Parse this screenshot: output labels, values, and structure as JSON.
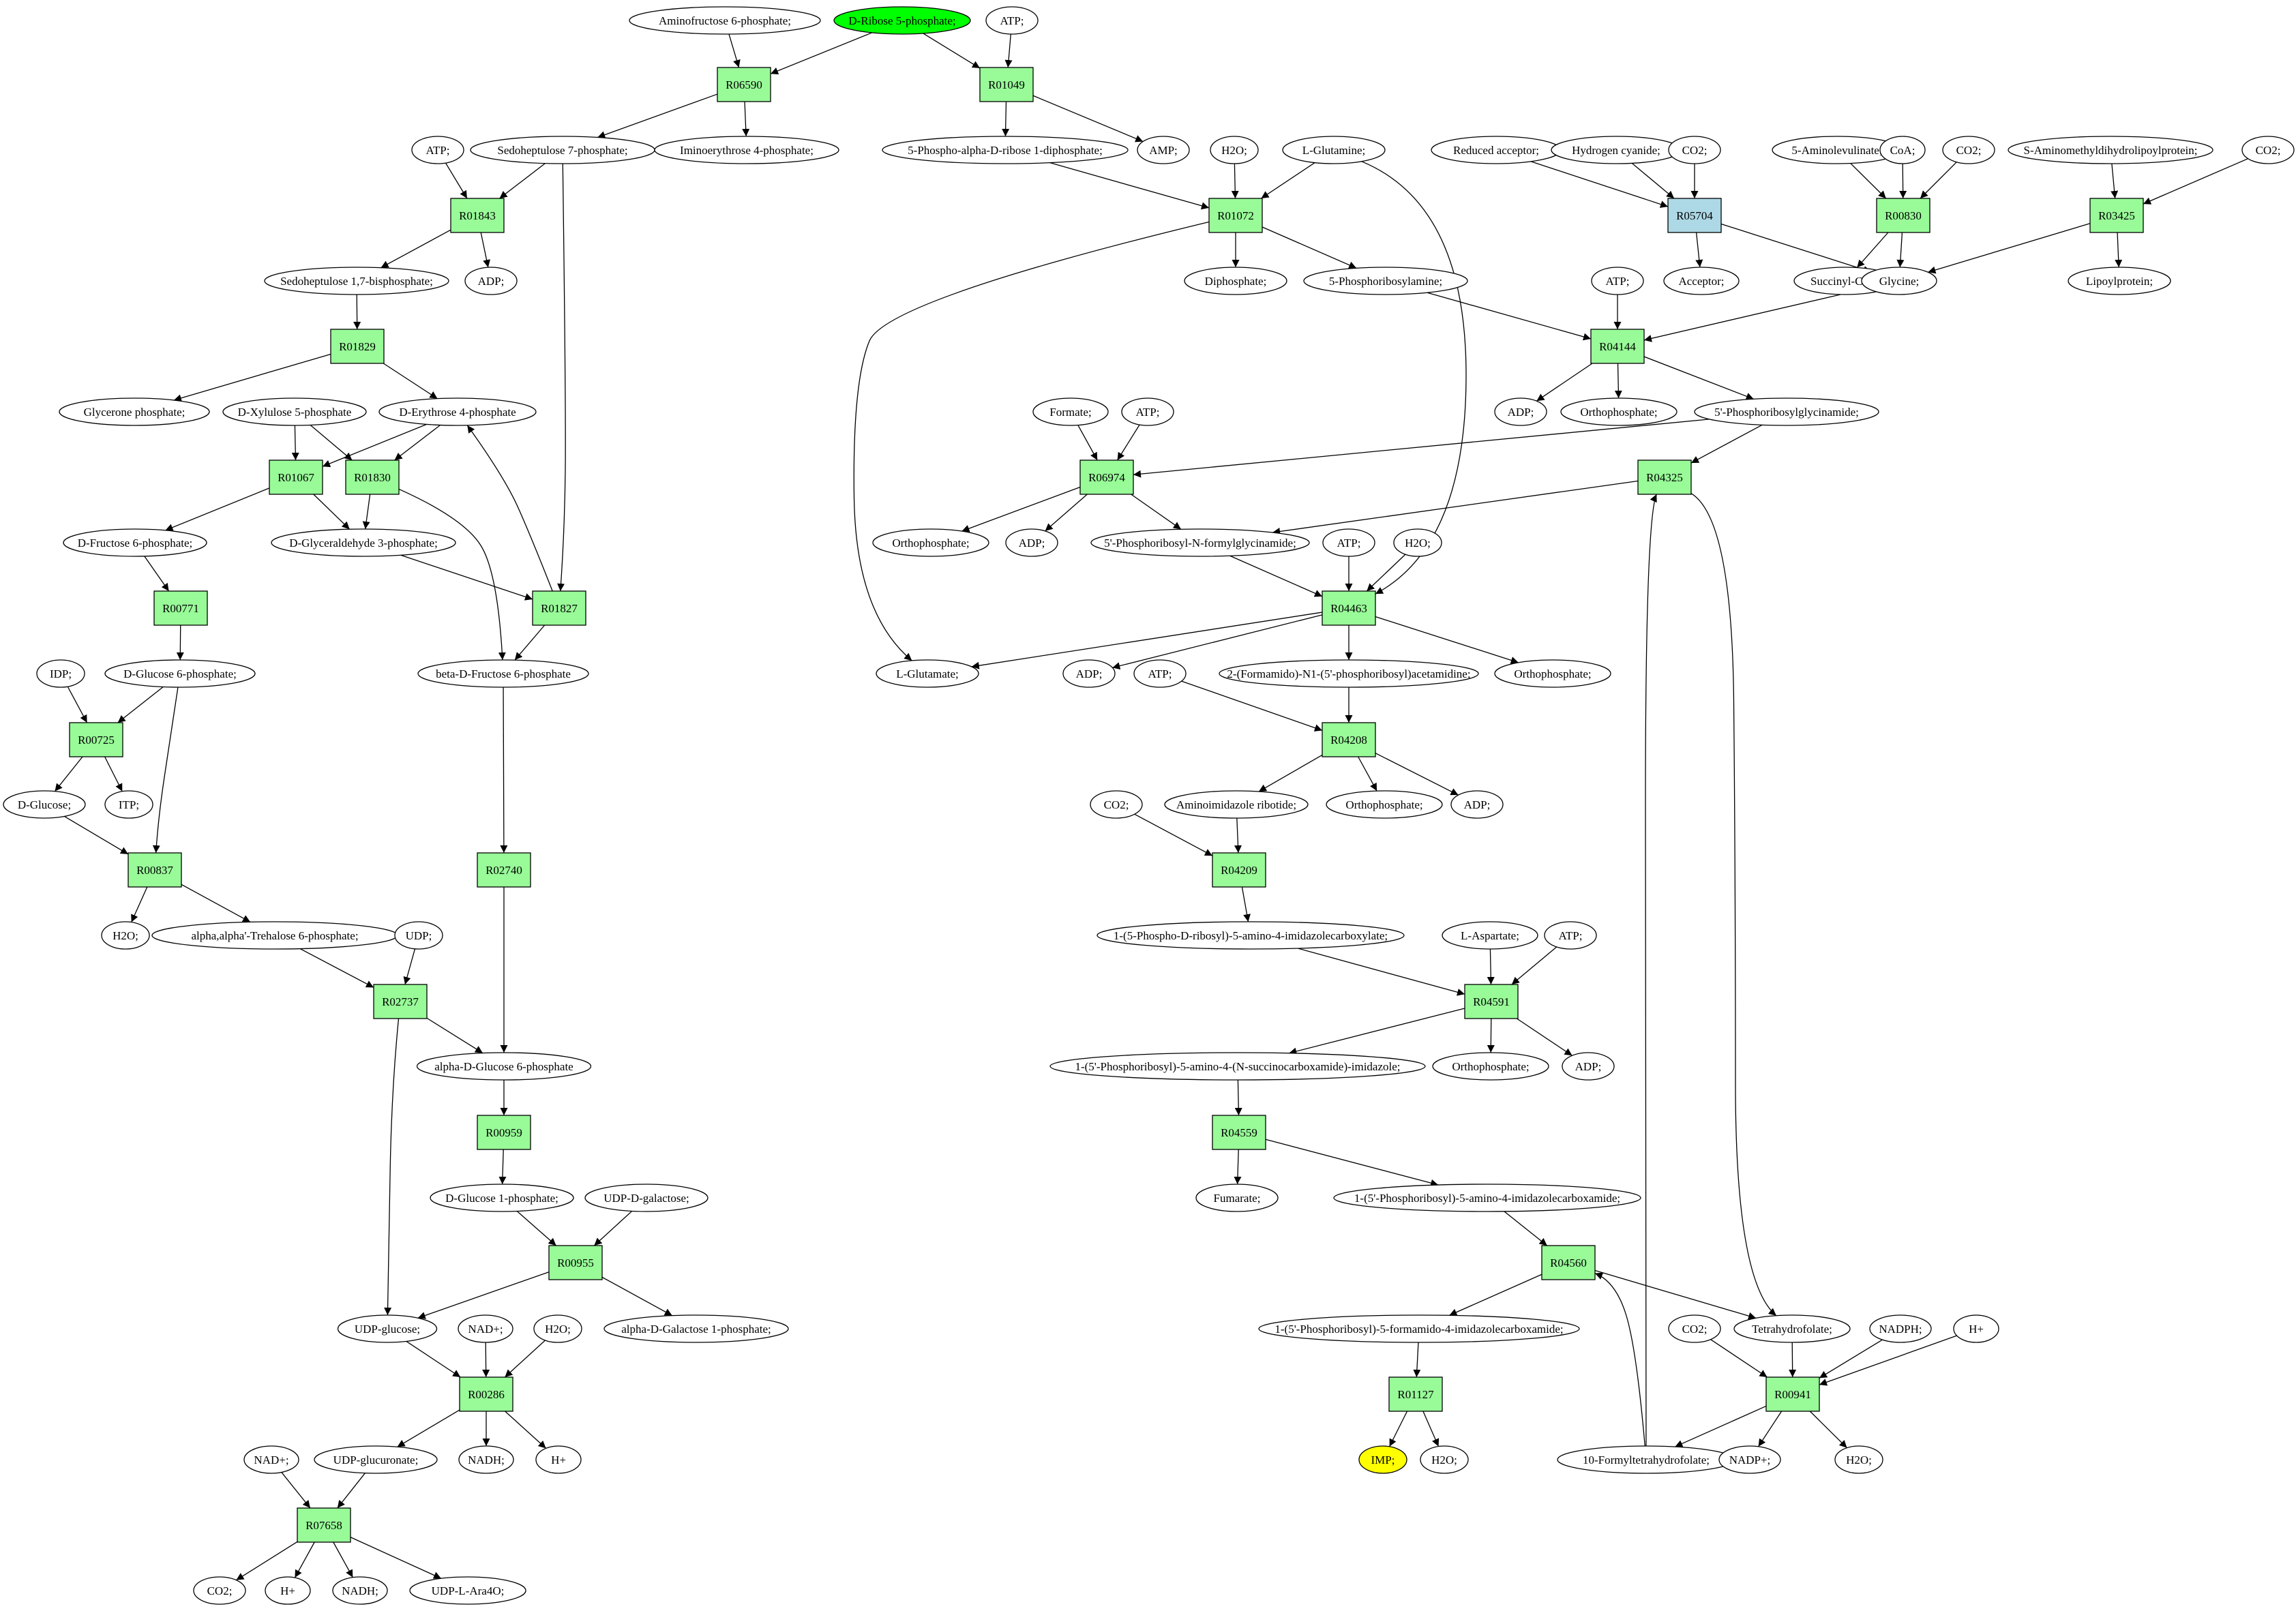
{
  "colors": {
    "reaction": "#98fb98",
    "reaction_highlight": "#add8e6",
    "compound": "#ffffff",
    "source": "#00ff00",
    "target": "#ffff00"
  },
  "compounds": {
    "aminofructose6p": "Aminofructose 6-phosphate;",
    "dribose5p": "D-Ribose 5-phosphate;",
    "atp_a": "ATP;",
    "sedoheptulose7p": "Sedoheptulose 7-phosphate;",
    "iminoerythrose4p": "Iminoerythrose 4-phosphate;",
    "prpp": "5-Phospho-alpha-D-ribose 1-diphosphate;",
    "amp": "AMP;",
    "atp_b": "ATP;",
    "sedoheptulose17bp": "Sedoheptulose 1,7-bisphosphate;",
    "adp_a": "ADP;",
    "glycerone_p": "Glycerone phosphate;",
    "dxylulose5p": "D-Xylulose 5-phosphate",
    "derythrose4p": "D-Erythrose 4-phosphate",
    "dfructose6p": "D-Fructose 6-phosphate;",
    "dglyceraldehyde3p": "D-Glyceraldehyde 3-phosphate;",
    "idp": "IDP;",
    "dglucose6p": "D-Glucose 6-phosphate;",
    "betadfructose6p": "beta-D-Fructose 6-phosphate",
    "dglucose": "D-Glucose;",
    "itp": "ITP;",
    "h2o_a": "H2O;",
    "trehalose6p": "alpha,alpha'-Trehalose 6-phosphate;",
    "udp": "UDP;",
    "alphadglucose6p": "alpha-D-Glucose 6-phosphate",
    "dglucose1p": "D-Glucose 1-phosphate;",
    "udpgalactose": "UDP-D-galactose;",
    "udpglucose": "UDP-glucose;",
    "nadplus_a": "NAD+;",
    "h2o_b": "H2O;",
    "galactose1p": "alpha-D-Galactose 1-phosphate;",
    "nadplus_b": "NAD+;",
    "udpglucuronate": "UDP-glucuronate;",
    "nadh_a": "NADH;",
    "hplus_a": "H+",
    "co2_a": "CO2;",
    "hplus_b": "H+",
    "nadh_b": "NADH;",
    "udplara4o": "UDP-L-Ara4O;",
    "h2o_c": "H2O;",
    "lglutamine": "L-Glutamine;",
    "diphosphate": "Diphosphate;",
    "phosphoribosylamine": "5-Phosphoribosylamine;",
    "reducedacceptor": "Reduced acceptor;",
    "hydrogencyanide": "Hydrogen cyanide;",
    "co2_b": "CO2;",
    "aminolevulinate": "5-Aminolevulinate;",
    "coa": "CoA;",
    "co2_c": "CO2;",
    "aminomethyldihydrolipoylprotein": "S-Aminomethyldihydrolipoylprotein;",
    "co2_d": "CO2;",
    "acceptor": "Acceptor;",
    "succinylcoa": "Succinyl-CoA;",
    "glycine": "Glycine;",
    "lipoylprotein": "Lipoylprotein;",
    "atp_c": "ATP;",
    "adp_b": "ADP;",
    "orthophosphate_a": "Orthophosphate;",
    "gar": "5'-Phosphoribosylglycinamide;",
    "formate": "Formate;",
    "atp_d": "ATP;",
    "orthophosphate_b": "Orthophosphate;",
    "adp_c": "ADP;",
    "fgar": "5'-Phosphoribosyl-N-formylglycinamide;",
    "atp_e": "ATP;",
    "h2o_d": "H2O;",
    "lglutamate": "L-Glutamate;",
    "adp_d": "ADP;",
    "fgam": "2-(Formamido)-N1-(5'-phosphoribosyl)acetamidine;",
    "orthophosphate_c": "Orthophosphate;",
    "atp_f": "ATP;",
    "air": "Aminoimidazole ribotide;",
    "orthophosphate_d": "Orthophosphate;",
    "adp_e": "ADP;",
    "co2_e": "CO2;",
    "cair": "1-(5-Phospho-D-ribosyl)-5-amino-4-imidazolecarboxylate;",
    "laspartate": "L-Aspartate;",
    "atp_g": "ATP;",
    "saicar": "1-(5'-Phosphoribosyl)-5-amino-4-(N-succinocarboxamide)-imidazole;",
    "orthophosphate_e": "Orthophosphate;",
    "adp_f": "ADP;",
    "fumarate": "Fumarate;",
    "aicar": "1-(5'-Phosphoribosyl)-5-amino-4-imidazolecarboxamide;",
    "faicar": "1-(5'-Phosphoribosyl)-5-formamido-4-imidazolecarboxamide;",
    "imp": "IMP;",
    "h2o_e": "H2O;",
    "co2_f": "CO2;",
    "thf": "Tetrahydrofolate;",
    "nadph": "NADPH;",
    "hplus_c": "H+",
    "formylthf": "10-Formyltetrahydrofolate;",
    "nadpplus": "NADP+;",
    "h2o_f": "H2O;"
  },
  "reactions": {
    "r06590": "R06590",
    "r01049": "R01049",
    "r01843": "R01843",
    "r01829": "R01829",
    "r01067": "R01067",
    "r01830": "R01830",
    "r00771": "R00771",
    "r01827": "R01827",
    "r00725": "R00725",
    "r00837": "R00837",
    "r02740": "R02740",
    "r02737": "R02737",
    "r00959": "R00959",
    "r00955": "R00955",
    "r00286": "R00286",
    "r07658": "R07658",
    "r01072": "R01072",
    "r05704": "R05704",
    "r00830": "R00830",
    "r03425": "R03425",
    "r04144": "R04144",
    "r06974": "R06974",
    "r04325": "R04325",
    "r04463": "R04463",
    "r04208": "R04208",
    "r04209": "R04209",
    "r04591": "R04591",
    "r04559": "R04559",
    "r04560": "R04560",
    "r01127": "R01127",
    "r00941": "R00941"
  }
}
